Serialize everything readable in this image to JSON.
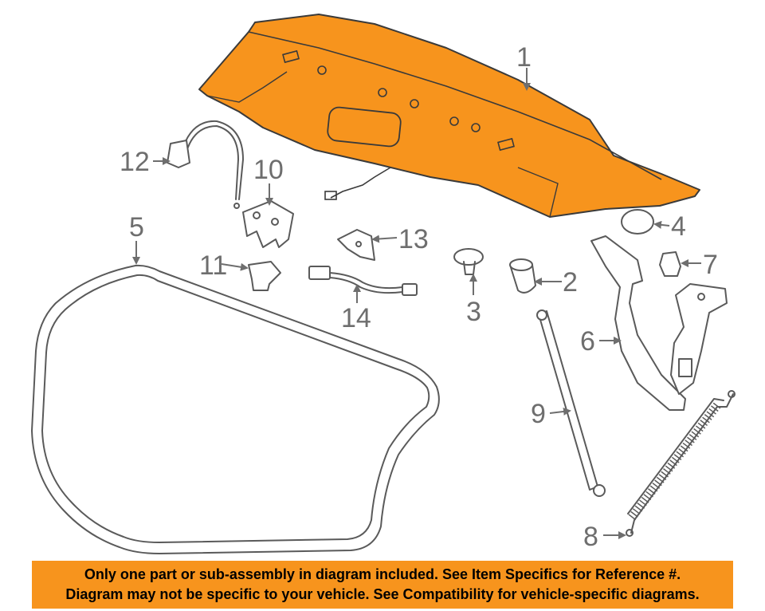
{
  "colors": {
    "highlight": "#f7941d",
    "banner": "#f7941d",
    "line": "#5a5a5a",
    "label": "#6e6e6e"
  },
  "callouts": {
    "c1": "1",
    "c2": "2",
    "c3": "3",
    "c4": "4",
    "c5": "5",
    "c6": "6",
    "c7": "7",
    "c8": "8",
    "c9": "9",
    "c10": "10",
    "c11": "11",
    "c12": "12",
    "c13": "13",
    "c14": "14"
  },
  "banner": {
    "line1": "Only one part or sub-assembly in diagram included. See Item Specifics for Reference #.",
    "line2": "Diagram may not be specific to your vehicle. See Compatibility for vehicle-specific diagrams."
  }
}
